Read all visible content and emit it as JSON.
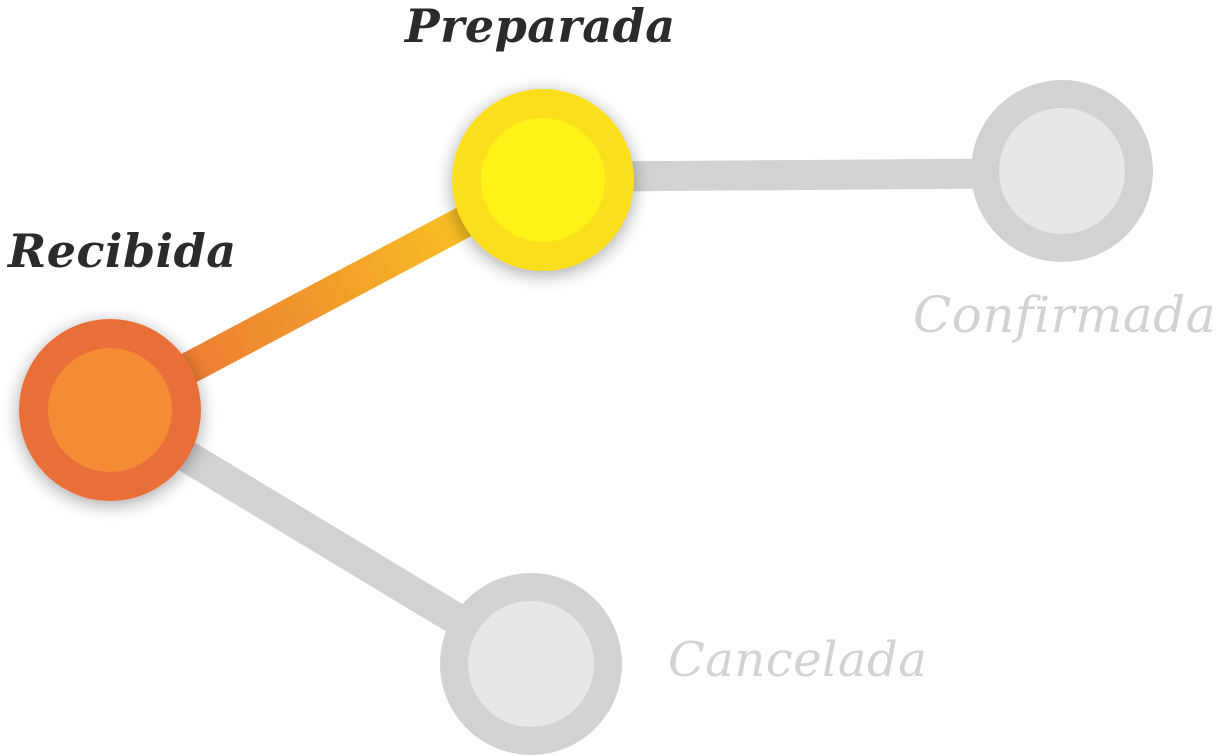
{
  "colors": {
    "inactive_line": "#d1d2d4",
    "inactive_ring": "#d1d2d4",
    "inactive_fill": "#e6e7e8",
    "orange_ring": "#e96e38",
    "orange_fill": "#f48b35",
    "yellow_ring": "#fbde1f",
    "yellow_fill": "#fff217",
    "active_text": "#2b2b2b",
    "inactive_text": "#d1d2d4"
  },
  "states": {
    "recibida": {
      "label": "Recibida",
      "status": "active"
    },
    "preparada": {
      "label": "Preparada",
      "status": "active"
    },
    "confirmada": {
      "label": "Confirmada",
      "status": "inactive"
    },
    "cancelada": {
      "label": "Cancelada",
      "status": "inactive"
    }
  }
}
